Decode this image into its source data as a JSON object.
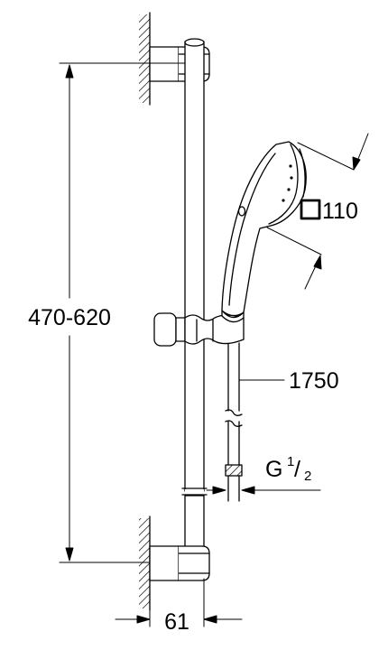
{
  "dimensions": {
    "height_range": "470-620",
    "hand_shower_size": "110",
    "hose_length": "1750",
    "connection_letter": "G",
    "connection_numerator": "1",
    "connection_slash": "/",
    "connection_denominator": "2",
    "wall_distance": "61"
  },
  "icons": {
    "square_head": "square-head-icon"
  },
  "colors": {
    "line": "#000000",
    "background": "#ffffff"
  }
}
